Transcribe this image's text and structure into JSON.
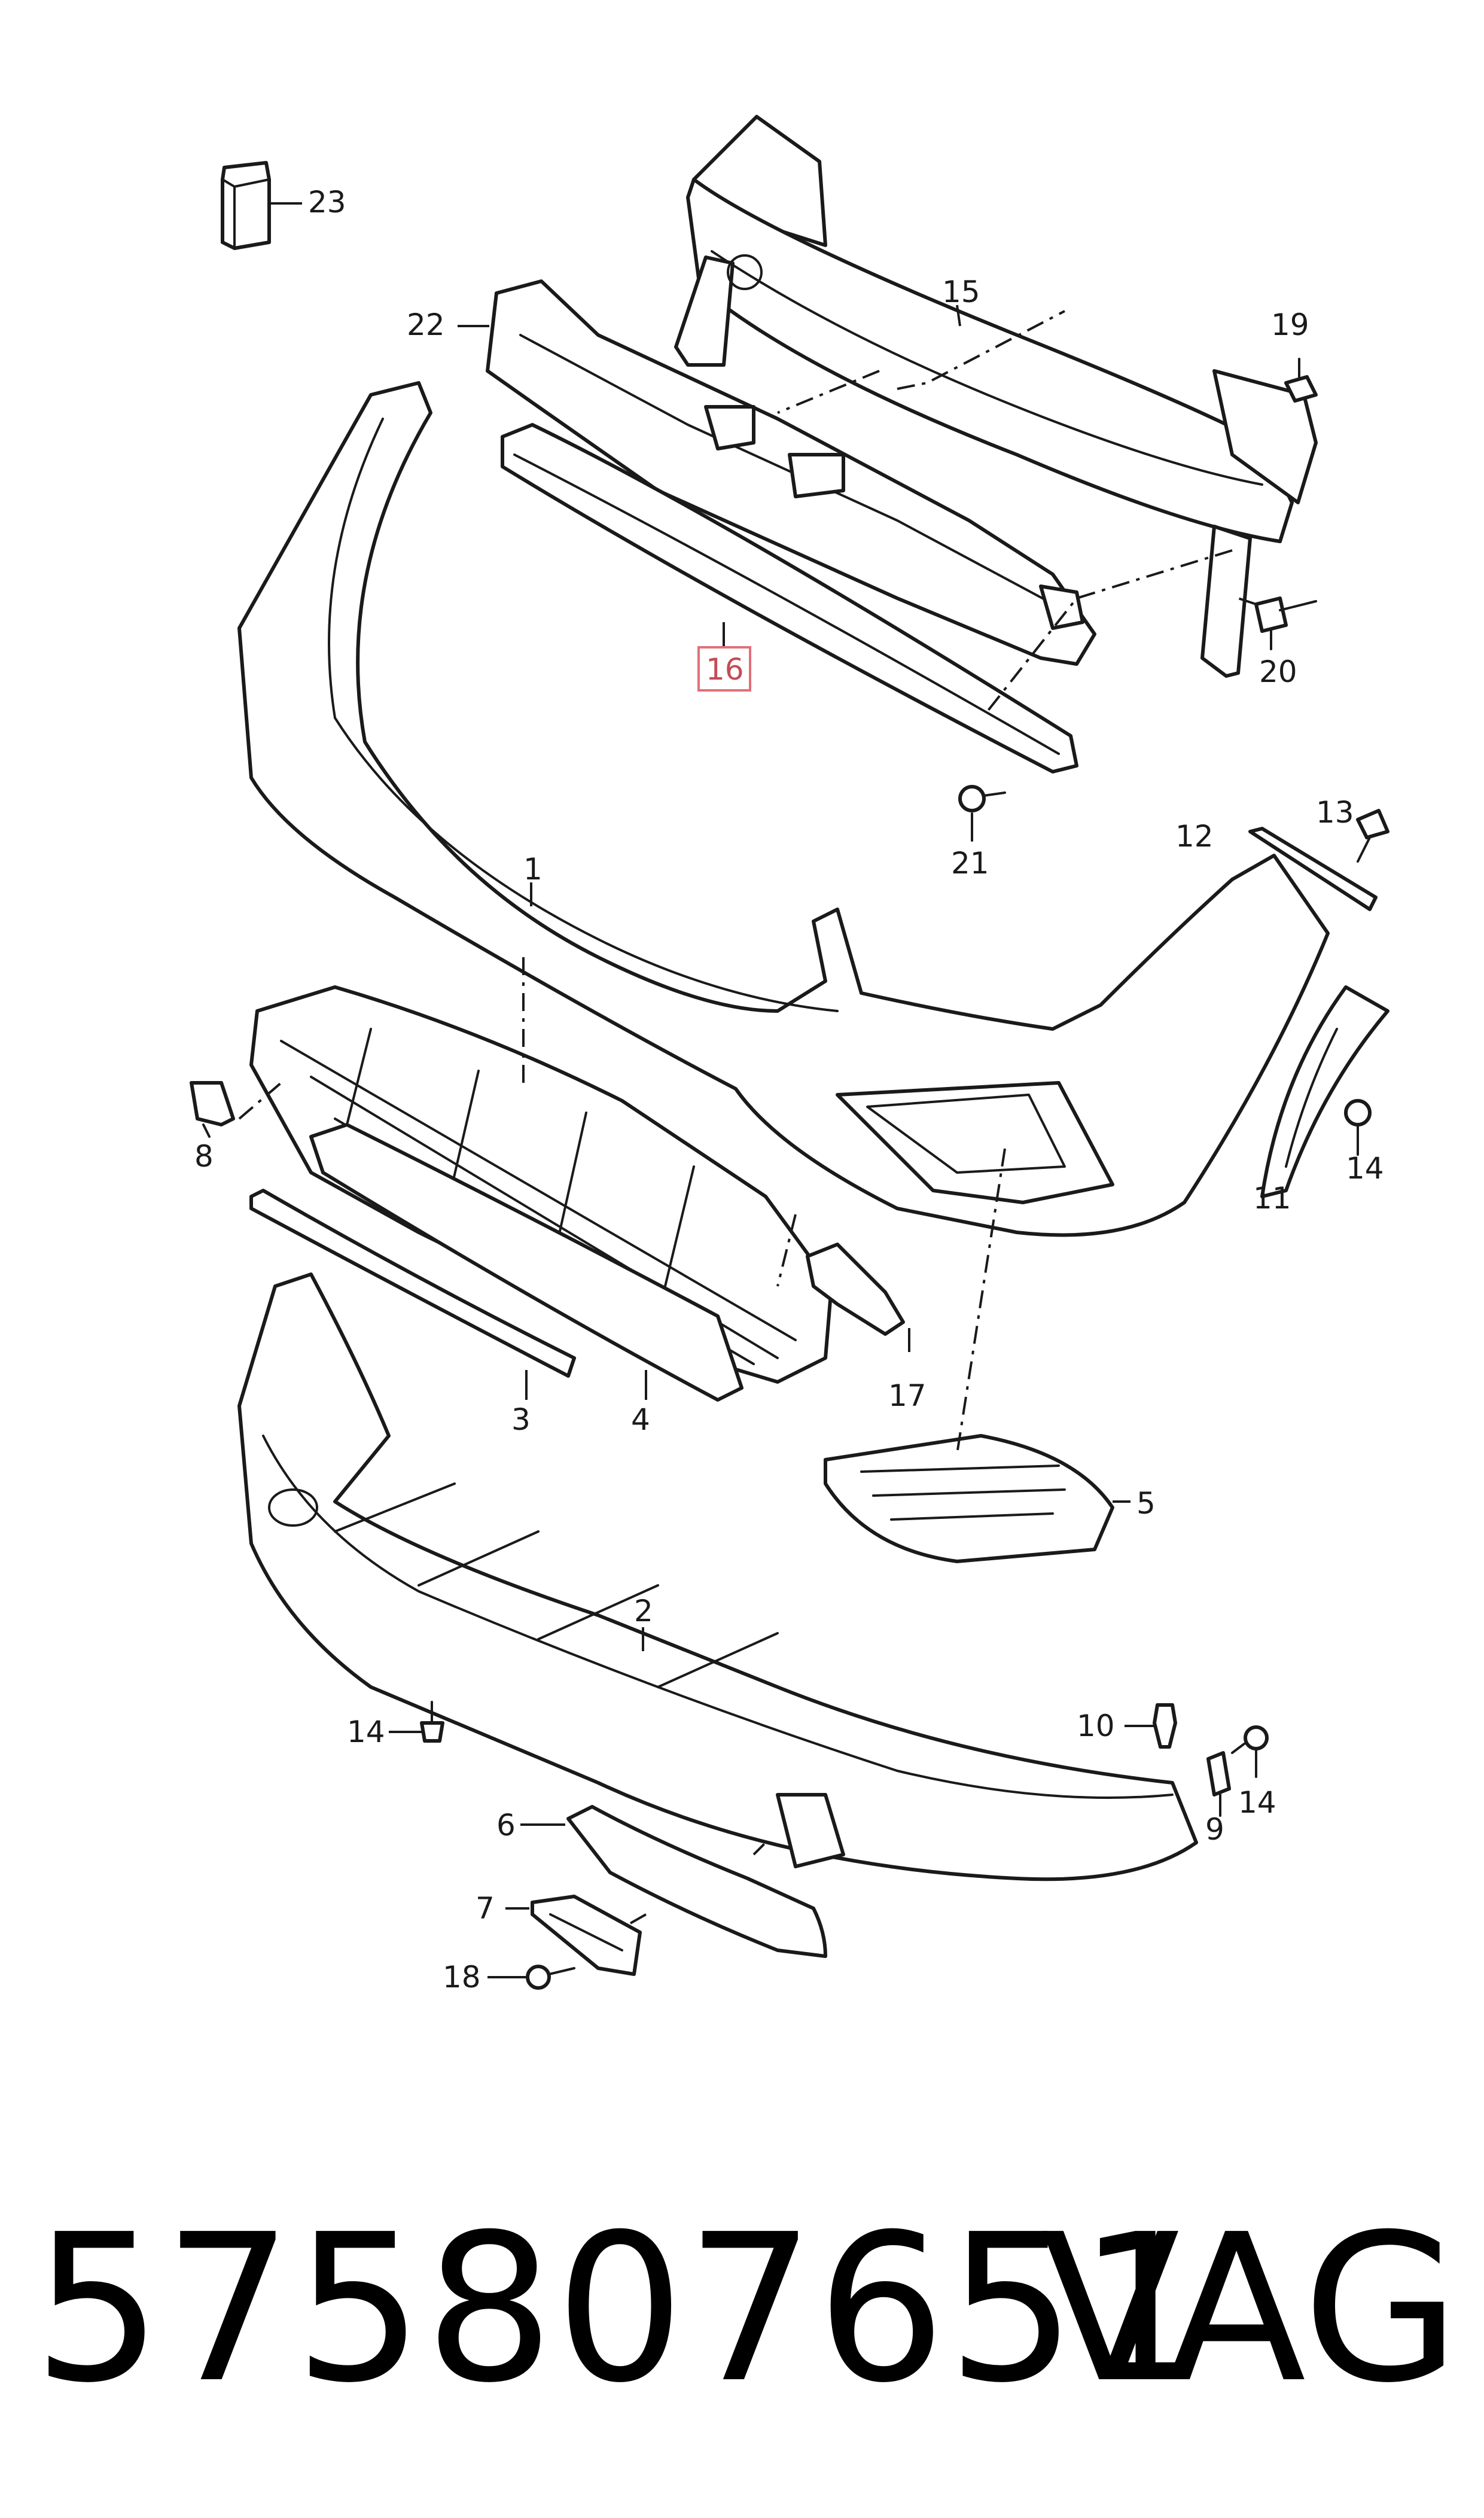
{
  "callouts": {
    "c1": "1",
    "c2": "2",
    "c3": "3",
    "c4": "4",
    "c5": "5",
    "c6": "6",
    "c7": "7",
    "c8": "8",
    "c9": "9",
    "c10": "10",
    "c11": "11",
    "c12": "12",
    "c13": "13",
    "c14a": "14",
    "c14b": "14",
    "c14c": "14",
    "c15": "15",
    "c16": "16",
    "c17": "17",
    "c18": "18",
    "c19": "19",
    "c20": "20",
    "c21": "21",
    "c22": "22",
    "c23": "23"
  },
  "footer": {
    "part_number": "575807651",
    "brand": "VAG"
  },
  "colors": {
    "highlight": "#e0707a"
  }
}
